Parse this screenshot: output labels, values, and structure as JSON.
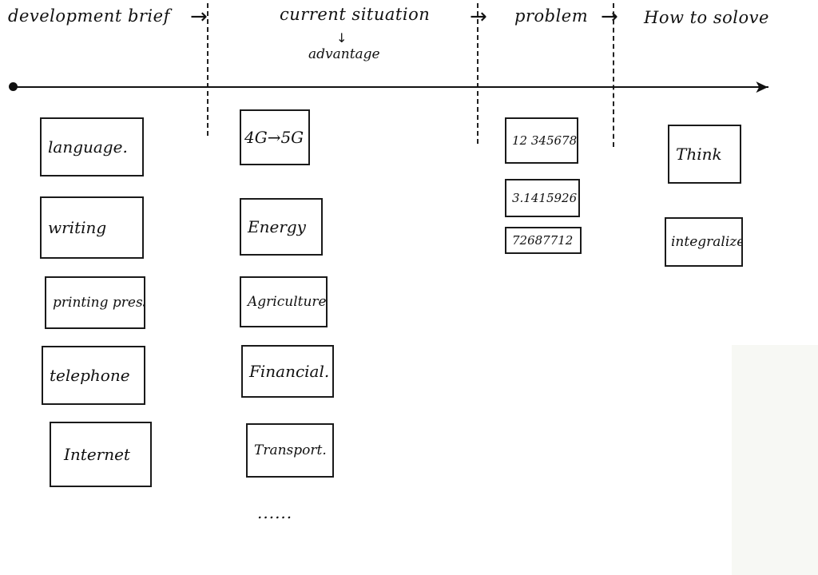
{
  "headers": {
    "development_brief": "development brief",
    "current_situation": "current situation",
    "advantage": "advantage",
    "problem": "problem",
    "how_to_solve": "How to solove"
  },
  "arrows": {
    "right": "→",
    "down": "↓"
  },
  "development_brief_items": [
    "language.",
    "writing",
    "printing press",
    "telephone",
    "Internet"
  ],
  "current_situation_items": [
    "4G→5G",
    "Energy",
    "Agriculture",
    "Financial.",
    "Transport."
  ],
  "current_situation_more": "......",
  "problem_items": [
    "12 345678",
    "3.1415926",
    "72687712"
  ],
  "how_to_solve_items": [
    "Think",
    "integralize."
  ]
}
